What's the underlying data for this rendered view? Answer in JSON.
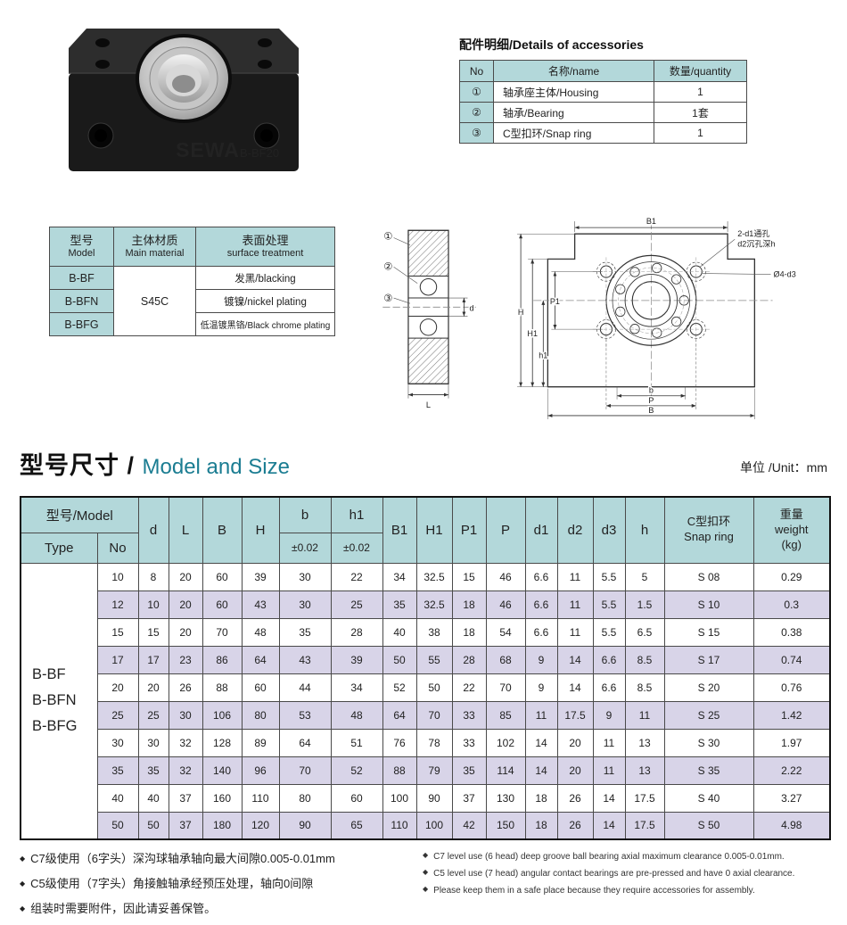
{
  "product": {
    "brand": "SEWA",
    "model": "B-BF20"
  },
  "accessories": {
    "title": "配件明细/Details of accessories",
    "headers": [
      "No",
      "名称/name",
      "数量/quantity"
    ],
    "rows": [
      {
        "no": "①",
        "name": "轴承座主体/Housing",
        "qty": "1"
      },
      {
        "no": "②",
        "name": "轴承/Bearing",
        "qty": "1套"
      },
      {
        "no": "③",
        "name": "C型扣环/Snap ring",
        "qty": "1"
      }
    ]
  },
  "material_table": {
    "headers": {
      "model_zh": "型号",
      "model_en": "Model",
      "material_zh": "主体材质",
      "material_en": "Main material",
      "surface_zh": "表面处理",
      "surface_en": "surface treatment"
    },
    "material": "S45C",
    "rows": [
      {
        "model": "B-BF",
        "surface": "发黑/blacking"
      },
      {
        "model": "B-BFN",
        "surface": "镀镍/nickel plating"
      },
      {
        "model": "B-BFG",
        "surface": "低温镀黑铬/Black chrome plating"
      }
    ]
  },
  "drawings": {
    "callout_1": "①",
    "callout_2": "②",
    "callout_3": "③",
    "dim_d": "d",
    "dim_L": "L",
    "dim_B1": "B1",
    "dim_H": "H",
    "dim_H1": "H1",
    "dim_h1": "h1",
    "dim_P1": "P1",
    "dim_b": "b",
    "dim_P": "P",
    "dim_B": "B",
    "hole_note_line1": "2-d1通孔",
    "hole_note_line2": "d2沉孔深h",
    "hole_note_2": "Ø4-d3"
  },
  "section": {
    "title_zh": "型号尺寸 / ",
    "title_en": "Model and Size",
    "unit": "单位 /Unit：mm"
  },
  "spec_table": {
    "headers": {
      "model": "型号/Model",
      "type": "Type",
      "no": "No",
      "d": "d",
      "L": "L",
      "B": "B",
      "H": "H",
      "b": "b",
      "h1": "h1",
      "tol_b": "±0.02",
      "tol_h1": "±0.02",
      "B1": "B1",
      "H1": "H1",
      "P1": "P1",
      "P": "P",
      "d1": "d1",
      "d2": "d2",
      "d3": "d3",
      "h": "h",
      "snap_zh": "C型扣环",
      "snap_en": "Snap ring",
      "weight_zh": "重量",
      "weight_en": "weight",
      "weight_unit": "(kg)"
    },
    "type_models": [
      "B-BF",
      "B-BFN",
      "B-BFG"
    ],
    "rows": [
      [
        "10",
        "8",
        "20",
        "60",
        "39",
        "30",
        "22",
        "34",
        "32.5",
        "15",
        "46",
        "6.6",
        "11",
        "5.5",
        "5",
        "S 08",
        "0.29"
      ],
      [
        "12",
        "10",
        "20",
        "60",
        "43",
        "30",
        "25",
        "35",
        "32.5",
        "18",
        "46",
        "6.6",
        "11",
        "5.5",
        "1.5",
        "S 10",
        "0.3"
      ],
      [
        "15",
        "15",
        "20",
        "70",
        "48",
        "35",
        "28",
        "40",
        "38",
        "18",
        "54",
        "6.6",
        "11",
        "5.5",
        "6.5",
        "S 15",
        "0.38"
      ],
      [
        "17",
        "17",
        "23",
        "86",
        "64",
        "43",
        "39",
        "50",
        "55",
        "28",
        "68",
        "9",
        "14",
        "6.6",
        "8.5",
        "S 17",
        "0.74"
      ],
      [
        "20",
        "20",
        "26",
        "88",
        "60",
        "44",
        "34",
        "52",
        "50",
        "22",
        "70",
        "9",
        "14",
        "6.6",
        "8.5",
        "S 20",
        "0.76"
      ],
      [
        "25",
        "25",
        "30",
        "106",
        "80",
        "53",
        "48",
        "64",
        "70",
        "33",
        "85",
        "11",
        "17.5",
        "9",
        "11",
        "S 25",
        "1.42"
      ],
      [
        "30",
        "30",
        "32",
        "128",
        "89",
        "64",
        "51",
        "76",
        "78",
        "33",
        "102",
        "14",
        "20",
        "11",
        "13",
        "S 30",
        "1.97"
      ],
      [
        "35",
        "35",
        "32",
        "140",
        "96",
        "70",
        "52",
        "88",
        "79",
        "35",
        "114",
        "14",
        "20",
        "11",
        "13",
        "S 35",
        "2.22"
      ],
      [
        "40",
        "40",
        "37",
        "160",
        "110",
        "80",
        "60",
        "100",
        "90",
        "37",
        "130",
        "18",
        "26",
        "14",
        "17.5",
        "S 40",
        "3.27"
      ],
      [
        "50",
        "50",
        "37",
        "180",
        "120",
        "90",
        "65",
        "110",
        "100",
        "42",
        "150",
        "18",
        "26",
        "14",
        "17.5",
        "S 50",
        "4.98"
      ]
    ]
  },
  "notes": {
    "bullet": "◆",
    "zh": [
      "C7级使用（6字头）深沟球轴承轴向最大间隙0.005-0.01mm",
      "C5级使用（7字头）角接触轴承经预压处理，轴向0间隙",
      "组装时需要附件，因此请妥善保管。"
    ],
    "en": [
      "C7 level use (6 head) deep groove ball bearing axial maximum clearance 0.005-0.01mm.",
      "C5 level use (7 head) angular contact bearings are pre-pressed and have 0 axial clearance.",
      "Please keep them in a safe place because they require accessories for assembly."
    ]
  }
}
